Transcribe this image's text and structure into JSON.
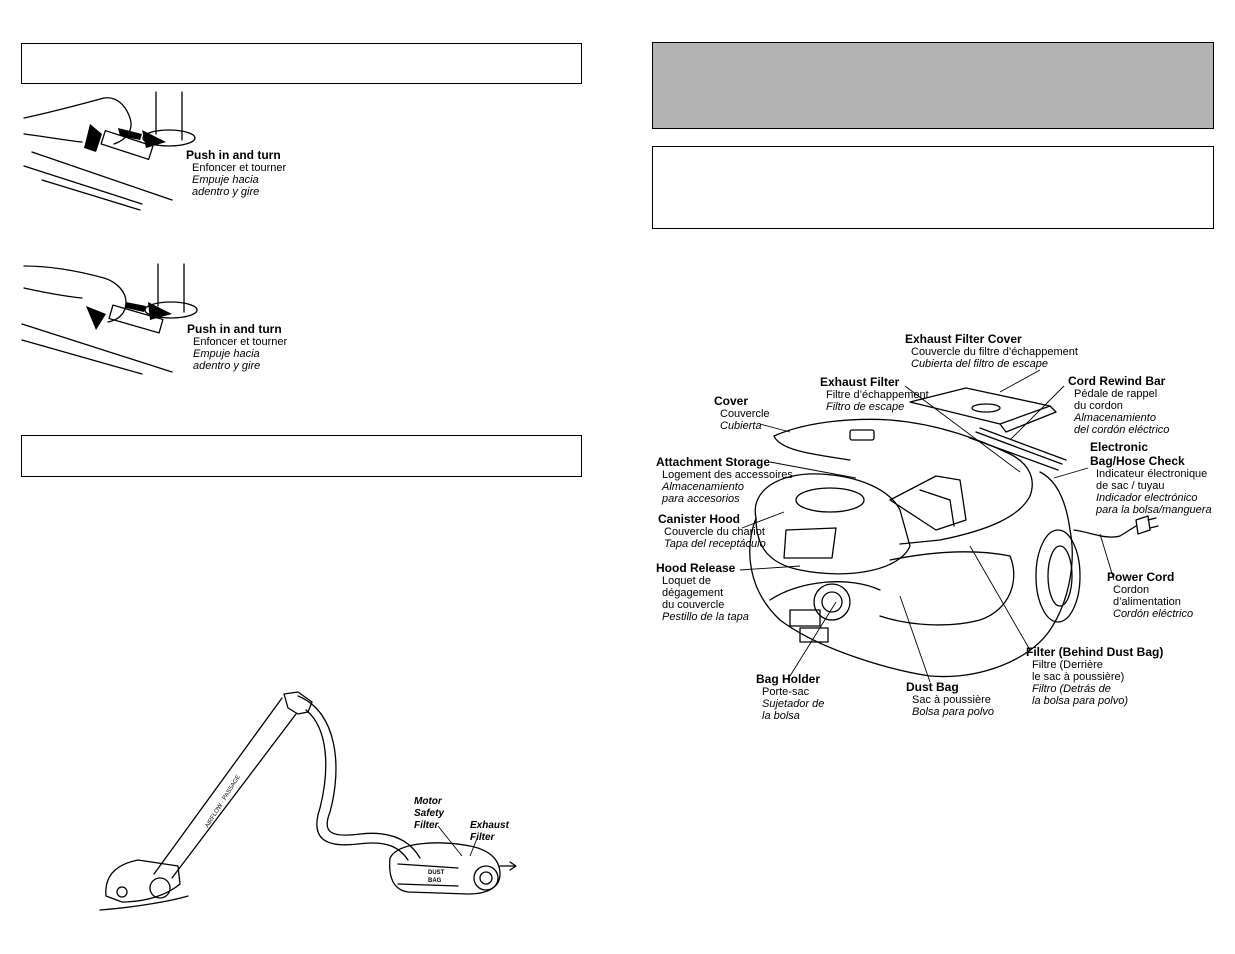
{
  "left": {
    "steps": [
      {
        "en": "Push in and turn",
        "fr": "Enfoncer et tourner",
        "es_line1": "Empuje hacia",
        "es_line2": "adentro y gire"
      },
      {
        "en": "Push in and turn",
        "fr": "Enfoncer et tourner",
        "es_line1": "Empuje hacia",
        "es_line2": "adentro y gire"
      }
    ],
    "airflow": {
      "motor_filter": [
        "Motor",
        "Safety",
        "Filter"
      ],
      "exhaust_filter": [
        "Exhaust",
        "Filter"
      ],
      "dust_bag": [
        "DUST",
        "BAG"
      ],
      "hose_text": "AIRFLOW · PASSAGE"
    }
  },
  "right": {
    "labels": {
      "exhaust_filter_cover": {
        "en": "Exhaust Filter Cover",
        "fr": "Couvercle du filtre d’échappement",
        "es": "Cubierta del filtro de escape"
      },
      "exhaust_filter": {
        "en": "Exhaust Filter",
        "fr": "Filtre d’échappement",
        "es": "Filtro de escape"
      },
      "cord_rewind_bar": {
        "en": "Cord Rewind Bar",
        "fr1": "Pédale de rappel",
        "fr2": "du cordon",
        "es1": "Almacenamiento",
        "es2": "del cordón eléctrico"
      },
      "cover": {
        "en": "Cover",
        "fr": "Couvercle",
        "es": "Cubierta"
      },
      "electronic_check": {
        "en1": "Electronic",
        "en2": "Bag/Hose Check",
        "fr1": "Indicateur électronique",
        "fr2": "de sac / tuyau",
        "es1": "Indicador electrónico",
        "es2": "para la bolsa/manguera"
      },
      "attachment_storage": {
        "en": "Attachment Storage",
        "fr": "Logement des accessoires",
        "es1": "Almacenamiento",
        "es2": "para accesorios"
      },
      "canister_hood": {
        "en": "Canister Hood",
        "fr": "Couvercle du chariot",
        "es": "Tapa del receptáculo"
      },
      "hood_release": {
        "en": "Hood Release",
        "fr1": "Loquet de",
        "fr2": "dégagement",
        "fr3": "du couvercle",
        "es": "Pestillo de la tapa"
      },
      "power_cord": {
        "en": "Power Cord",
        "fr1": "Cordon",
        "fr2": "d’alimentation",
        "es": "Cordón eléctrico"
      },
      "filter_behind": {
        "en": "Filter (Behind Dust Bag)",
        "fr1": "Filtre (Derrière",
        "fr2": "le sac à poussière)",
        "es1": "Filtro (Detrás de",
        "es2": "la bolsa para polvo)"
      },
      "bag_holder": {
        "en": "Bag Holder",
        "fr": "Porte-sac",
        "es1": "Sujetador de",
        "es2": "la bolsa"
      },
      "dust_bag": {
        "en": "Dust Bag",
        "fr": "Sac à poussière",
        "es": "Bolsa para polvo"
      }
    }
  },
  "colors": {
    "header_fill": "#b3b3b3",
    "ink": "#000000"
  }
}
